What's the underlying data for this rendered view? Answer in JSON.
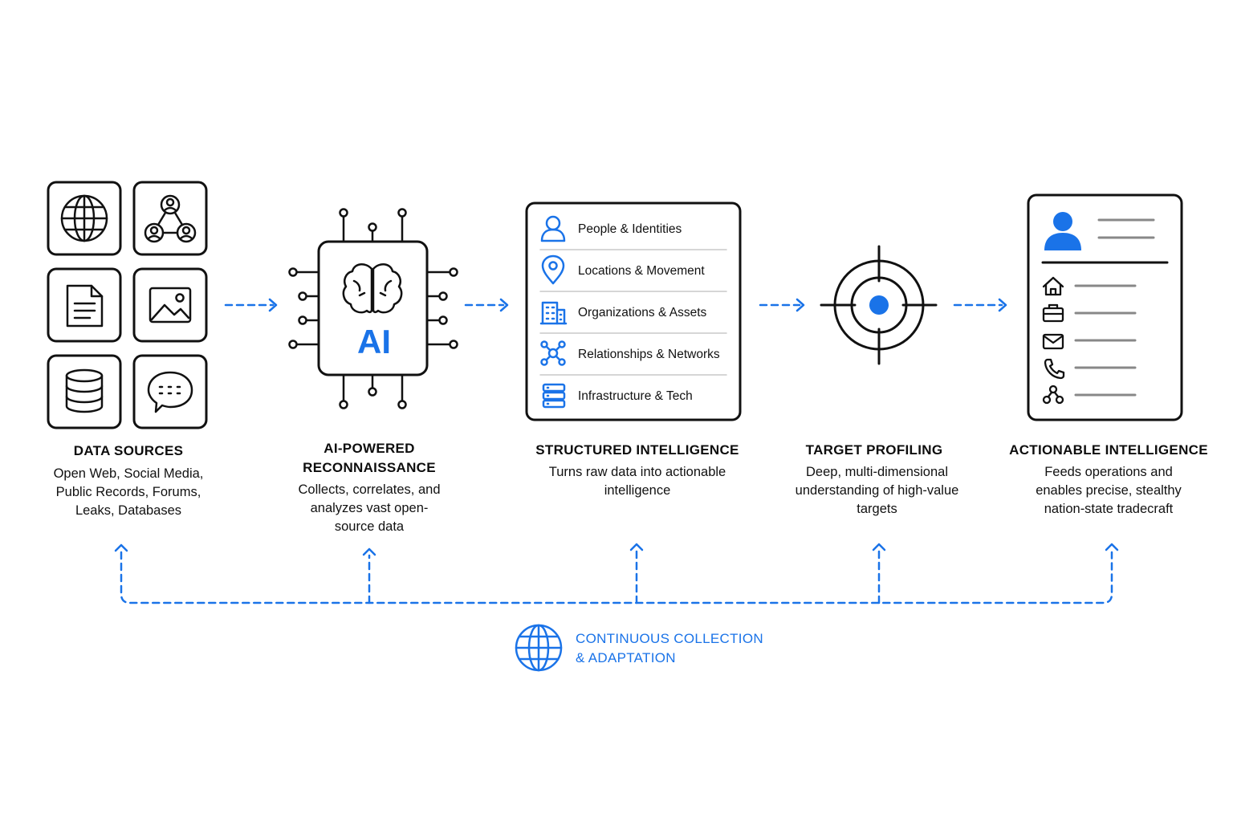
{
  "colors": {
    "accent": "#1a73e8",
    "ink": "#111111"
  },
  "stages": [
    {
      "title": "DATA SOURCES",
      "desc": "Open Web, Social Media, Public Records, Forums, Leaks, Databases",
      "icons": [
        "globe-icon",
        "network-people-icon",
        "document-icon",
        "image-icon",
        "database-icon",
        "chat-bubble-icon"
      ]
    },
    {
      "title": "AI-POWERED RECONNAISSANCE",
      "desc": "Collects, correlates, and analyzes vast open-source data",
      "chip_text": "AI"
    },
    {
      "title": "STRUCTURED INTELLIGENCE",
      "desc": "Turns raw data into actionable intelligence",
      "rows": [
        {
          "label": "People & Identities",
          "icon": "person-icon"
        },
        {
          "label": "Locations & Movement",
          "icon": "location-pin-icon"
        },
        {
          "label": "Organizations & Assets",
          "icon": "building-icon"
        },
        {
          "label": "Relationships & Networks",
          "icon": "network-nodes-icon"
        },
        {
          "label": "Infrastructure & Tech",
          "icon": "server-icon"
        }
      ]
    },
    {
      "title": "TARGET PROFILING",
      "desc": "Deep, multi-dimensional understanding of high-value targets"
    },
    {
      "title": "ACTIONABLE INTELLIGENCE",
      "desc": "Feeds operations and enables precise, stealthy nation-state tradecraft",
      "profile_icons": [
        "home-icon",
        "briefcase-icon",
        "mail-icon",
        "phone-icon",
        "share-icon"
      ]
    }
  ],
  "loop": {
    "line1": "CONTINUOUS COLLECTION",
    "line2": "& ADAPTATION"
  }
}
